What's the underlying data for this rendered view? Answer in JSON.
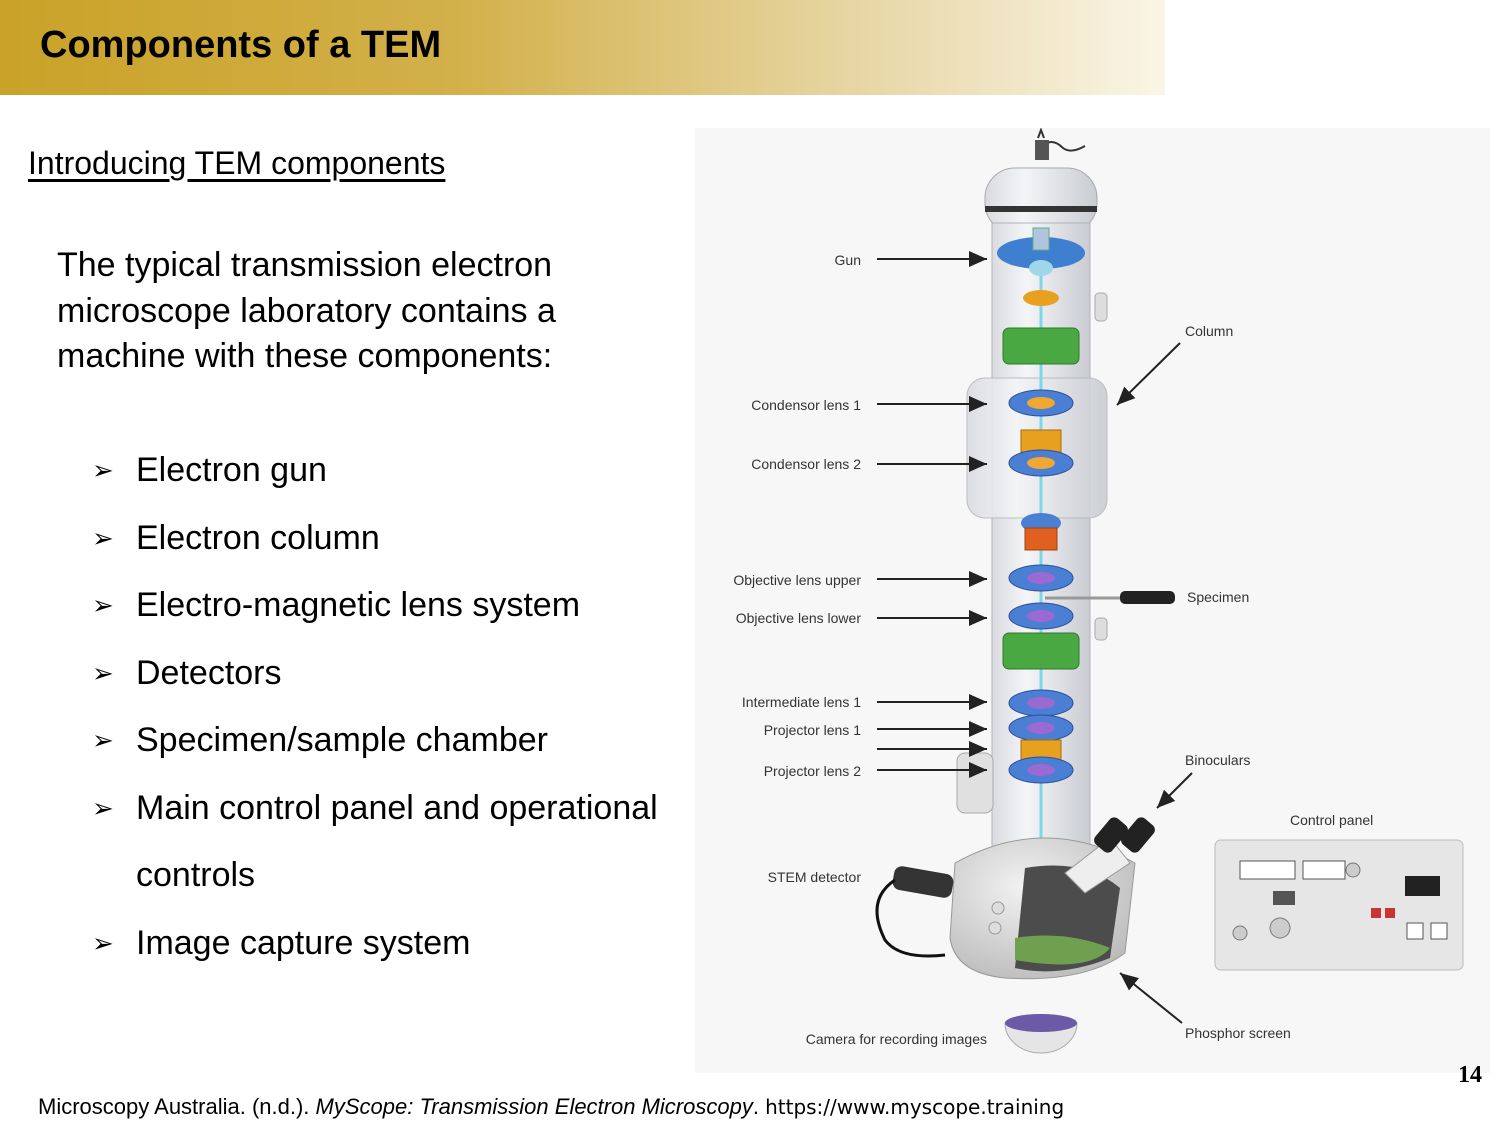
{
  "slide": {
    "title": "Components of a TEM",
    "subtitle": "Introducing TEM components",
    "intro": "The typical transmission electron microscope laboratory contains a machine with these components:",
    "bullets": [
      "Electron gun",
      "Electron column",
      "Electro-magnetic lens system",
      "Detectors",
      "Specimen/sample chamber",
      "Main control panel and operational controls",
      "Image capture system"
    ],
    "page_number": "14"
  },
  "figure": {
    "labels": {
      "gun": "Gun",
      "column": "Column",
      "condensor1": "Condensor  lens 1",
      "condensor2": "Condensor  lens 2",
      "objective_upper": "Objective  lens upper",
      "objective_lower": "Objective lens  lower",
      "specimen": "Specimen",
      "intermediate1": "Intermediate  lens 1",
      "projector1": "Projector  lens 1",
      "projector2": "Projector  lens 2",
      "binoculars": "Binoculars",
      "control_panel": "Control panel",
      "stem_detector": "STEM detector",
      "camera": "Camera for recording images",
      "phosphor_screen": "Phosphor screen"
    }
  },
  "citation": {
    "author": "Microscopy Australia. (n.d.). ",
    "title": "MyScope: Transmission Electron Microscopy",
    "sep": ". ",
    "url": "https://www.myscope.training"
  },
  "colors": {
    "title_gold": "#c9a227",
    "lens_blue": "#4a7fd4",
    "lens_green": "#3f9a3a",
    "lens_orange": "#e8a020",
    "beam": "#7fd6e8"
  }
}
